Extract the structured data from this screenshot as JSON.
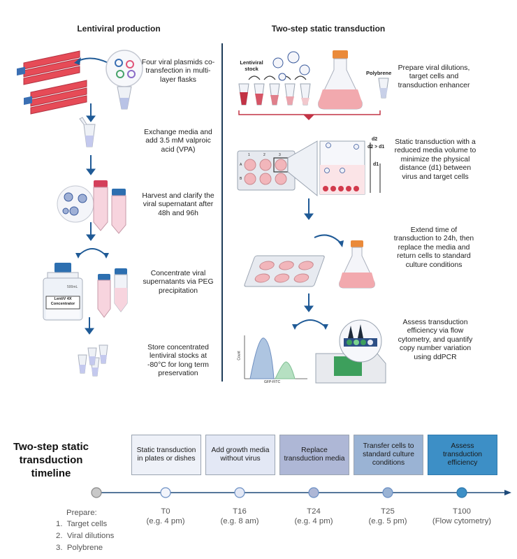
{
  "left": {
    "title": "Lentiviral production",
    "steps": [
      "Four viral plasmids co-transfection in multi-layer flasks",
      "Exchange media and add 3.5 mM valproic acid (VPA)",
      "Harvest and clarify the viral supernatant after 48h and 96h",
      "Concentrate viral supernatants via PEG precipitation",
      "Store concentrated lentiviral stocks at -80°C for long term preservation"
    ],
    "bottle_label": "LentiV 4X Concentrator",
    "bottle_volume": "500mL"
  },
  "right": {
    "title": "Two-step static transduction",
    "stock_label": "Lentiviral stock",
    "polybrene_label": "Polybrene",
    "plate_labels": [
      "1",
      "2",
      "3",
      "A",
      "B"
    ],
    "d2_label": "d2",
    "ineq_label": "d2 > d1",
    "d1_label": "d1",
    "steps": [
      "Prepare viral dilutions, target cells and transduction enhancer",
      "Static transduction with a reduced media volume to minimize the physical distance (d1) between virus and target cells",
      "Extend time of transduction to 24h, then replace the media and return cells to standard culture conditions",
      "Assess transduction efficiency via flow cytometry, and quantify copy number variation using ddPCR"
    ],
    "flow_xlabel": "GFP-FITC",
    "flow_ylabel": "Count"
  },
  "timeline": {
    "title": "Two-step static transduction timeline",
    "boxes": [
      {
        "text": "Static transduction in plates or dishes",
        "color": "#eef1f8"
      },
      {
        "text": "Add growth media without virus",
        "color": "#e3e8f5"
      },
      {
        "text": "Replace transduction media",
        "color": "#aeb7d6"
      },
      {
        "text": "Transfer cells to standard culture conditions",
        "color": "#9ab3d4"
      },
      {
        "text": "Assess transduction efficiency",
        "color": "#3d8fc6"
      }
    ],
    "prepare_title": "Prepare:",
    "prepare_items": [
      "1.  Target cells",
      "2.  Viral dilutions",
      "3.  Polybrene"
    ],
    "points": [
      {
        "time": "T0",
        "example": "(e.g. 4 pm)"
      },
      {
        "time": "T16",
        "example": "(e.g. 8 am)"
      },
      {
        "time": "T24",
        "example": "(e.g. 4 pm)"
      },
      {
        "time": "T25",
        "example": "(e.g. 5 pm)"
      },
      {
        "time": "T100",
        "example": "(Flow cytometry)"
      }
    ],
    "colors": {
      "axis": "#1e4a7a",
      "dot_fill": "#dde4f4",
      "dot_stroke": "#6b8fc4"
    }
  }
}
